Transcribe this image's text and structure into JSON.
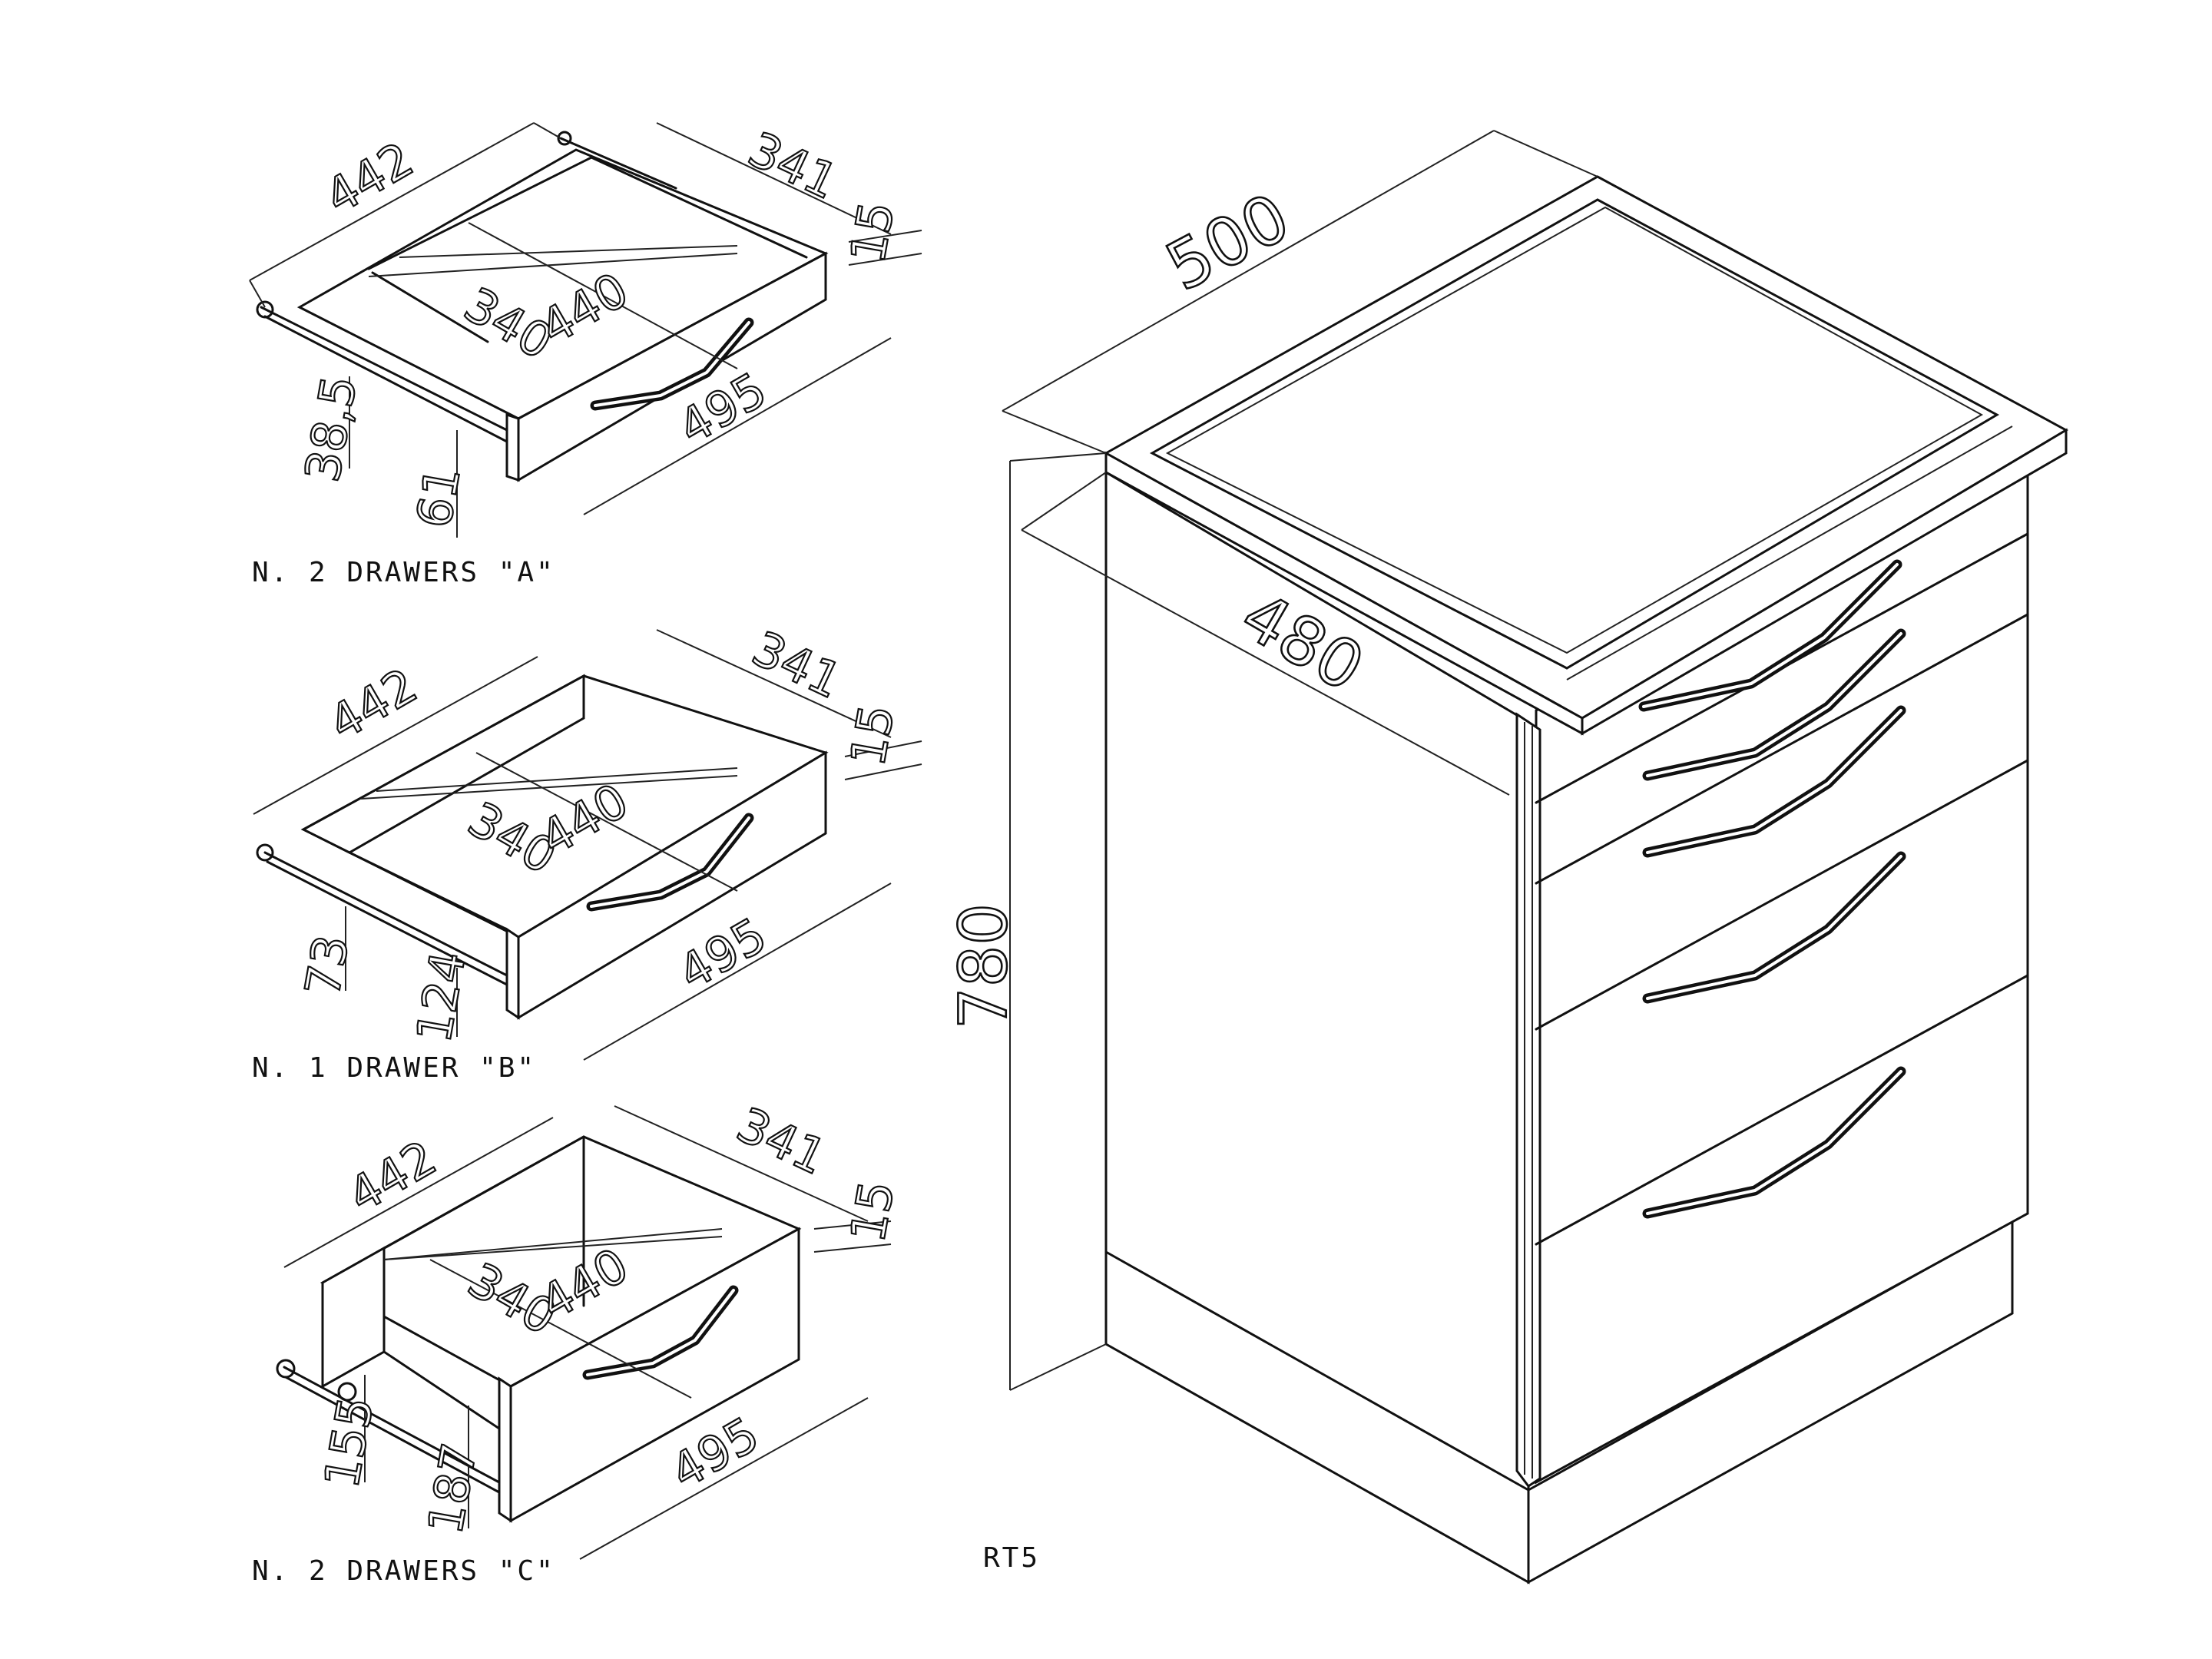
{
  "drawers": [
    {
      "caption": "N. 2 DRAWERS \"A\"",
      "dims": {
        "width": "442",
        "depth": "341",
        "rail": "15",
        "inner_depth": "340",
        "inner_width": "440",
        "front": "495",
        "height_a": "38,5",
        "height_b": "61"
      }
    },
    {
      "caption": "N. 1 DRAWER \"B\"",
      "dims": {
        "width": "442",
        "depth": "341",
        "rail": "15",
        "inner_depth": "340",
        "inner_width": "440",
        "front": "495",
        "height_a": "73",
        "height_b": "124"
      }
    },
    {
      "caption": "N. 2 DRAWERS \"C\"",
      "dims": {
        "width": "442",
        "depth": "341",
        "rail": "15",
        "inner_depth": "340",
        "inner_width": "440",
        "front": "495",
        "height_a": "155",
        "height_b": "187"
      }
    }
  ],
  "cabinet": {
    "code": "RT5",
    "dims": {
      "width": "500",
      "depth": "480",
      "height": "780"
    }
  }
}
